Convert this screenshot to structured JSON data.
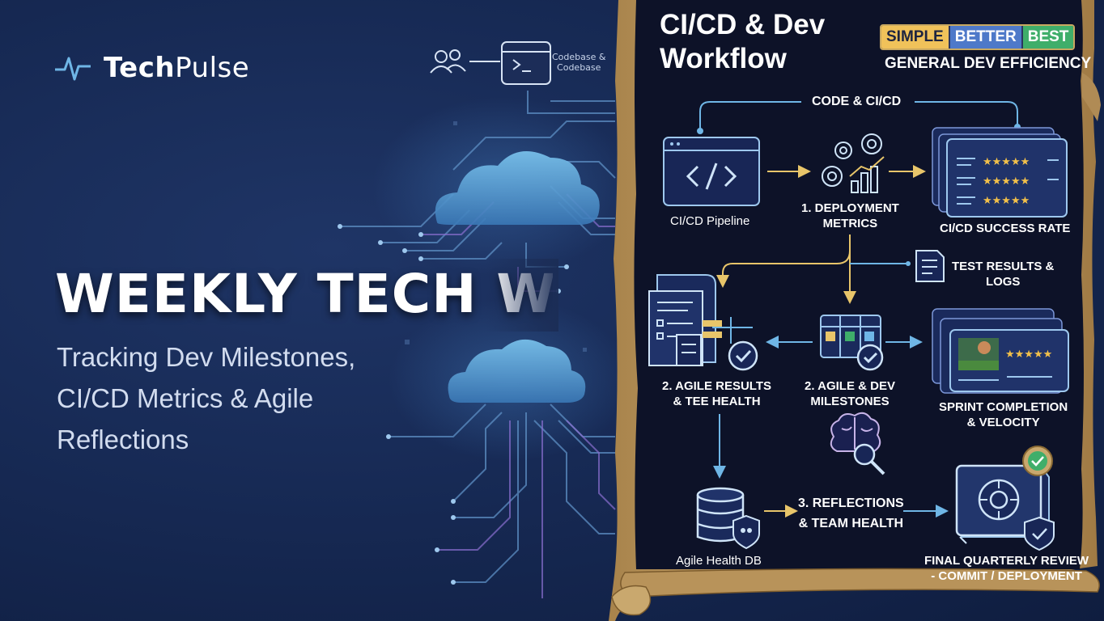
{
  "brand": {
    "name_bold": "Tech",
    "name_rest": "Pulse"
  },
  "hero": {
    "title": "WEEKLY TECH WIN",
    "subtitle_lines": [
      "Tracking Dev Milestones,",
      "CI/CD Metrics & Agile",
      "Reflections"
    ]
  },
  "top_strip": {
    "codebase_label_1": "Codebase &",
    "codebase_label_2": "Codebase"
  },
  "panel": {
    "title_line1": "CI/CD & Dev",
    "title_line2": "Workflow",
    "badges": [
      "SIMPLE",
      "BETTER",
      "BEST"
    ],
    "badge_colors": [
      "#f0c25a",
      "#4e79c9",
      "#3fae6a"
    ],
    "efficiency_label": "GENERAL DEV EFFICIENCY",
    "section_label": "CODE & CI/CD"
  },
  "nodes": {
    "pipeline": "CI/CD Pipeline",
    "deploy_1": "1. DEPLOYMENT",
    "deploy_2": "METRICS",
    "success": "CI/CD SUCCESS RATE",
    "tests_1": "TEST RESULTS &",
    "tests_2": "LOGS",
    "agile_results_1": "2. AGILE RESULTS",
    "agile_results_2": "& TEE HEALTH",
    "agile_dev_1": "2. AGILE & DEV",
    "agile_dev_2": "MILESTONES",
    "sprint_1": "SPRINT COMPLETION",
    "sprint_2": "& VELOCITY",
    "reflections_1": "3. REFLECTIONS",
    "reflections_2": "& TEAM HEALTH",
    "db": "Agile Health DB",
    "final_1": "FINAL QUARTERLY REVIEW",
    "final_2": "- COMMIT / DEPLOYMENT"
  },
  "colors": {
    "accent_cyan": "#6fb6e6",
    "arrow_gold": "#e8c56a",
    "panel_dark": "#0d1228",
    "parchment": "#c9aa72",
    "star_gold": "#f2c04a"
  },
  "icons": [
    "pulse-icon",
    "users-icon",
    "terminal-icon",
    "cloud-icon",
    "code-icon",
    "gears-chart-icon",
    "rating-cards-icon",
    "document-icon",
    "checklist-icon",
    "kanban-check-icon",
    "brain-magnifier-icon",
    "video-cards-icon",
    "database-icon",
    "vault-icon",
    "shield-check-icon"
  ]
}
